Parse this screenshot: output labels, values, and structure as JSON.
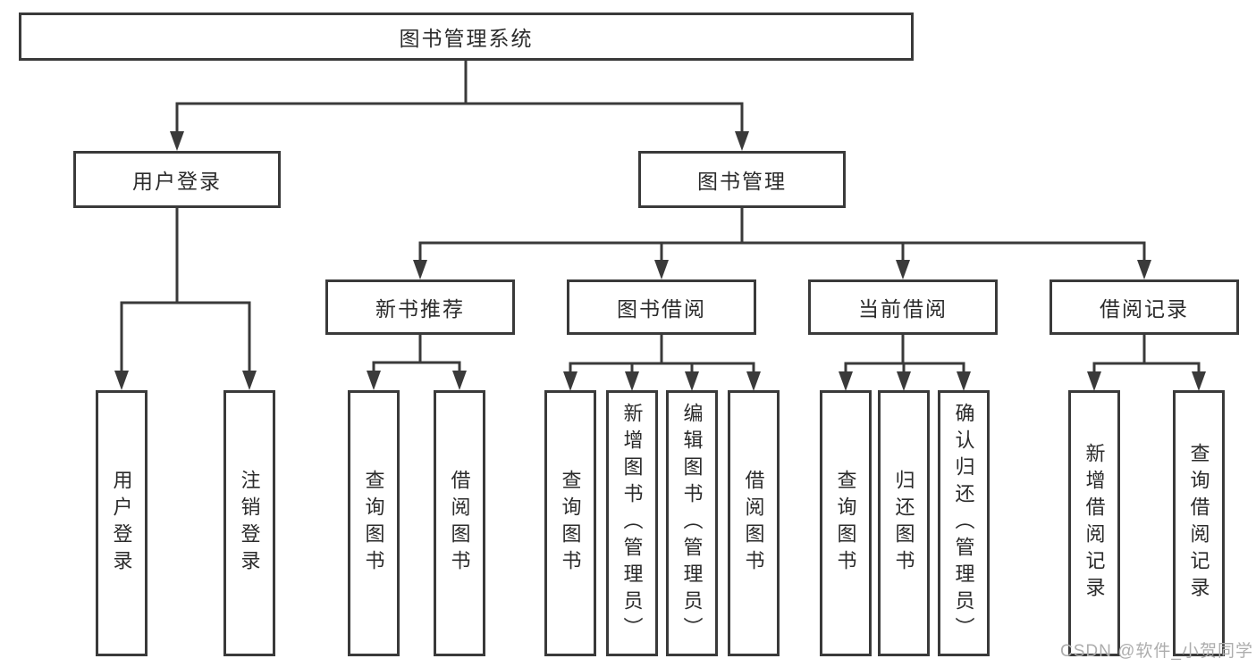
{
  "diagram": {
    "root": {
      "label": "图书管理系统"
    },
    "children": [
      {
        "label": "用户登录",
        "children": [
          {
            "label": "用户登录"
          },
          {
            "label": "注销登录"
          }
        ]
      },
      {
        "label": "图书管理",
        "children": [
          {
            "label": "新书推荐",
            "children": [
              {
                "label": "查询图书"
              },
              {
                "label": "借阅图书"
              }
            ]
          },
          {
            "label": "图书借阅",
            "children": [
              {
                "label": "查询图书"
              },
              {
                "label": "新增图书（管理员）"
              },
              {
                "label": "编辑图书（管理员）"
              },
              {
                "label": "借阅图书"
              }
            ]
          },
          {
            "label": "当前借阅",
            "children": [
              {
                "label": "查询图书"
              },
              {
                "label": "归还图书"
              },
              {
                "label": "确认归还（管理员）"
              }
            ]
          },
          {
            "label": "借阅记录",
            "children": [
              {
                "label": "新增借阅记录"
              },
              {
                "label": "查询借阅记录"
              }
            ]
          }
        ]
      }
    ]
  },
  "watermark": {
    "text": "CSDN @软件_小贺同学"
  },
  "colors": {
    "line": "#3a3a3a",
    "text": "#2b2b2b",
    "watermark": "#adadad",
    "background": "#ffffff"
  }
}
